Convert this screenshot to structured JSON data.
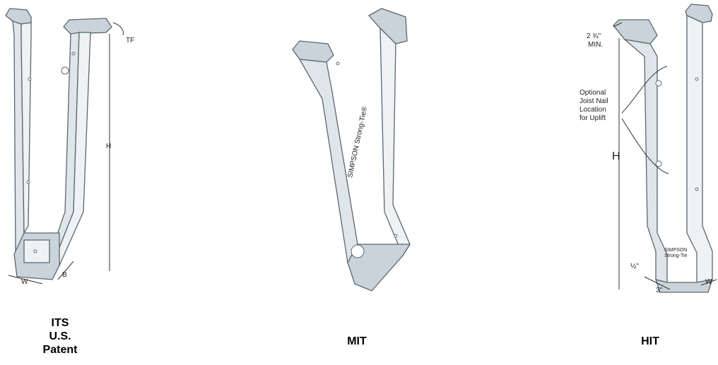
{
  "products": [
    {
      "name": "ITS",
      "caption_lines": [
        "ITS",
        "U.S.",
        "Patent"
      ],
      "dimensions": {
        "top_flange": "TF",
        "height": "H",
        "width": "W",
        "bearing": "B"
      }
    },
    {
      "name": "MIT",
      "caption_lines": [
        "MIT"
      ],
      "stamp": "SIMPSON Strong-Tie®"
    },
    {
      "name": "HIT",
      "caption_lines": [
        "HIT"
      ],
      "dimensions": {
        "min_flange_a": "2 ¾\"",
        "min_flange_b": "MIN.",
        "height": "H",
        "width": "W",
        "half": "½\"",
        "three": "3\""
      },
      "callout_lines": [
        "Optional",
        "Joist Nail",
        "Location",
        "for Uplift"
      ],
      "stamp_lines": [
        "SIMPSON",
        "Strong-Tie"
      ]
    }
  ]
}
